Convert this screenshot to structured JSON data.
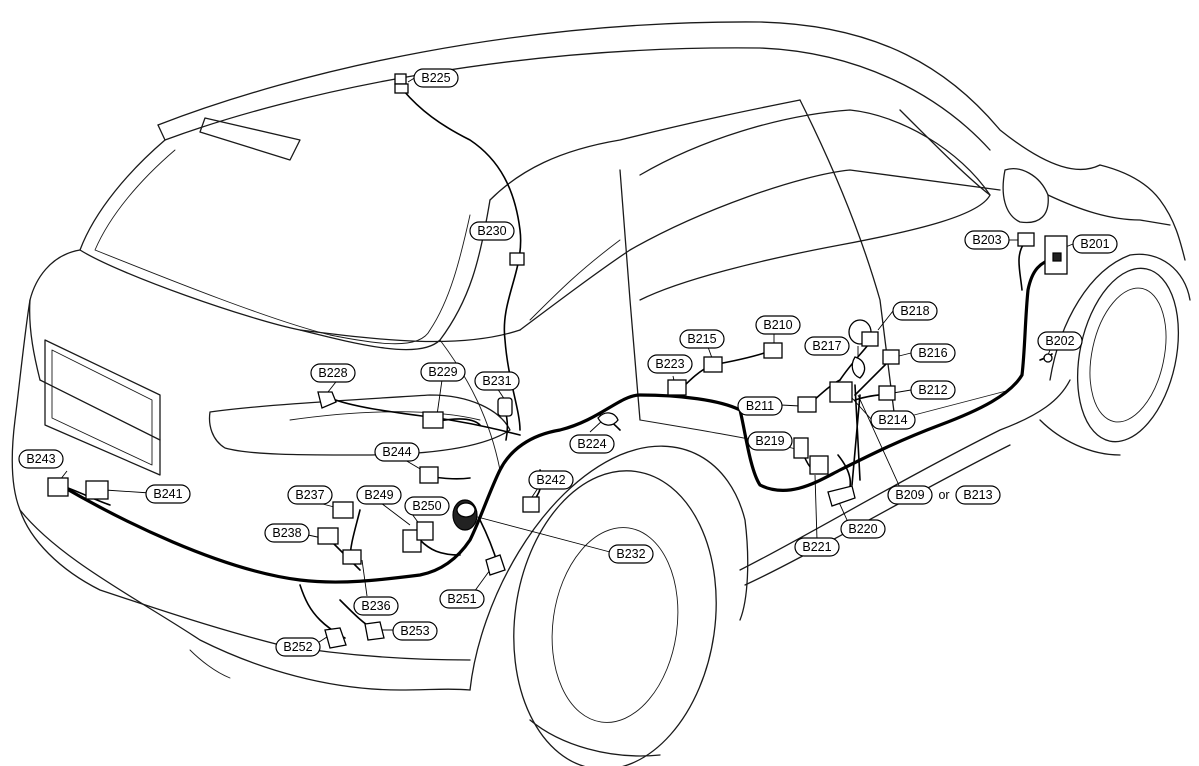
{
  "diagram": {
    "connectors": [
      {
        "id": "b225",
        "label": "B225"
      },
      {
        "id": "b230",
        "label": "B230"
      },
      {
        "id": "b203",
        "label": "B203"
      },
      {
        "id": "b201",
        "label": "B201"
      },
      {
        "id": "b218",
        "label": "B218"
      },
      {
        "id": "b210",
        "label": "B210"
      },
      {
        "id": "b215",
        "label": "B215"
      },
      {
        "id": "b217",
        "label": "B217"
      },
      {
        "id": "b216",
        "label": "B216"
      },
      {
        "id": "b202",
        "label": "B202"
      },
      {
        "id": "b223",
        "label": "B223"
      },
      {
        "id": "b212",
        "label": "B212"
      },
      {
        "id": "b211",
        "label": "B211"
      },
      {
        "id": "b214",
        "label": "B214"
      },
      {
        "id": "b228",
        "label": "B228"
      },
      {
        "id": "b229",
        "label": "B229"
      },
      {
        "id": "b231",
        "label": "B231"
      },
      {
        "id": "b224",
        "label": "B224"
      },
      {
        "id": "b219",
        "label": "B219"
      },
      {
        "id": "b244",
        "label": "B244"
      },
      {
        "id": "b242",
        "label": "B242"
      },
      {
        "id": "b209",
        "label": "B209"
      },
      {
        "id": "b213",
        "label": "B213"
      },
      {
        "id": "b243",
        "label": "B243"
      },
      {
        "id": "b241",
        "label": "B241"
      },
      {
        "id": "b237",
        "label": "B237"
      },
      {
        "id": "b249",
        "label": "B249"
      },
      {
        "id": "b250",
        "label": "B250"
      },
      {
        "id": "b220",
        "label": "B220"
      },
      {
        "id": "b238",
        "label": "B238"
      },
      {
        "id": "b221",
        "label": "B221"
      },
      {
        "id": "b232",
        "label": "B232"
      },
      {
        "id": "b251",
        "label": "B251"
      },
      {
        "id": "b236",
        "label": "B236"
      },
      {
        "id": "b253",
        "label": "B253"
      },
      {
        "id": "b252",
        "label": "B252"
      }
    ],
    "or_text": "or"
  }
}
